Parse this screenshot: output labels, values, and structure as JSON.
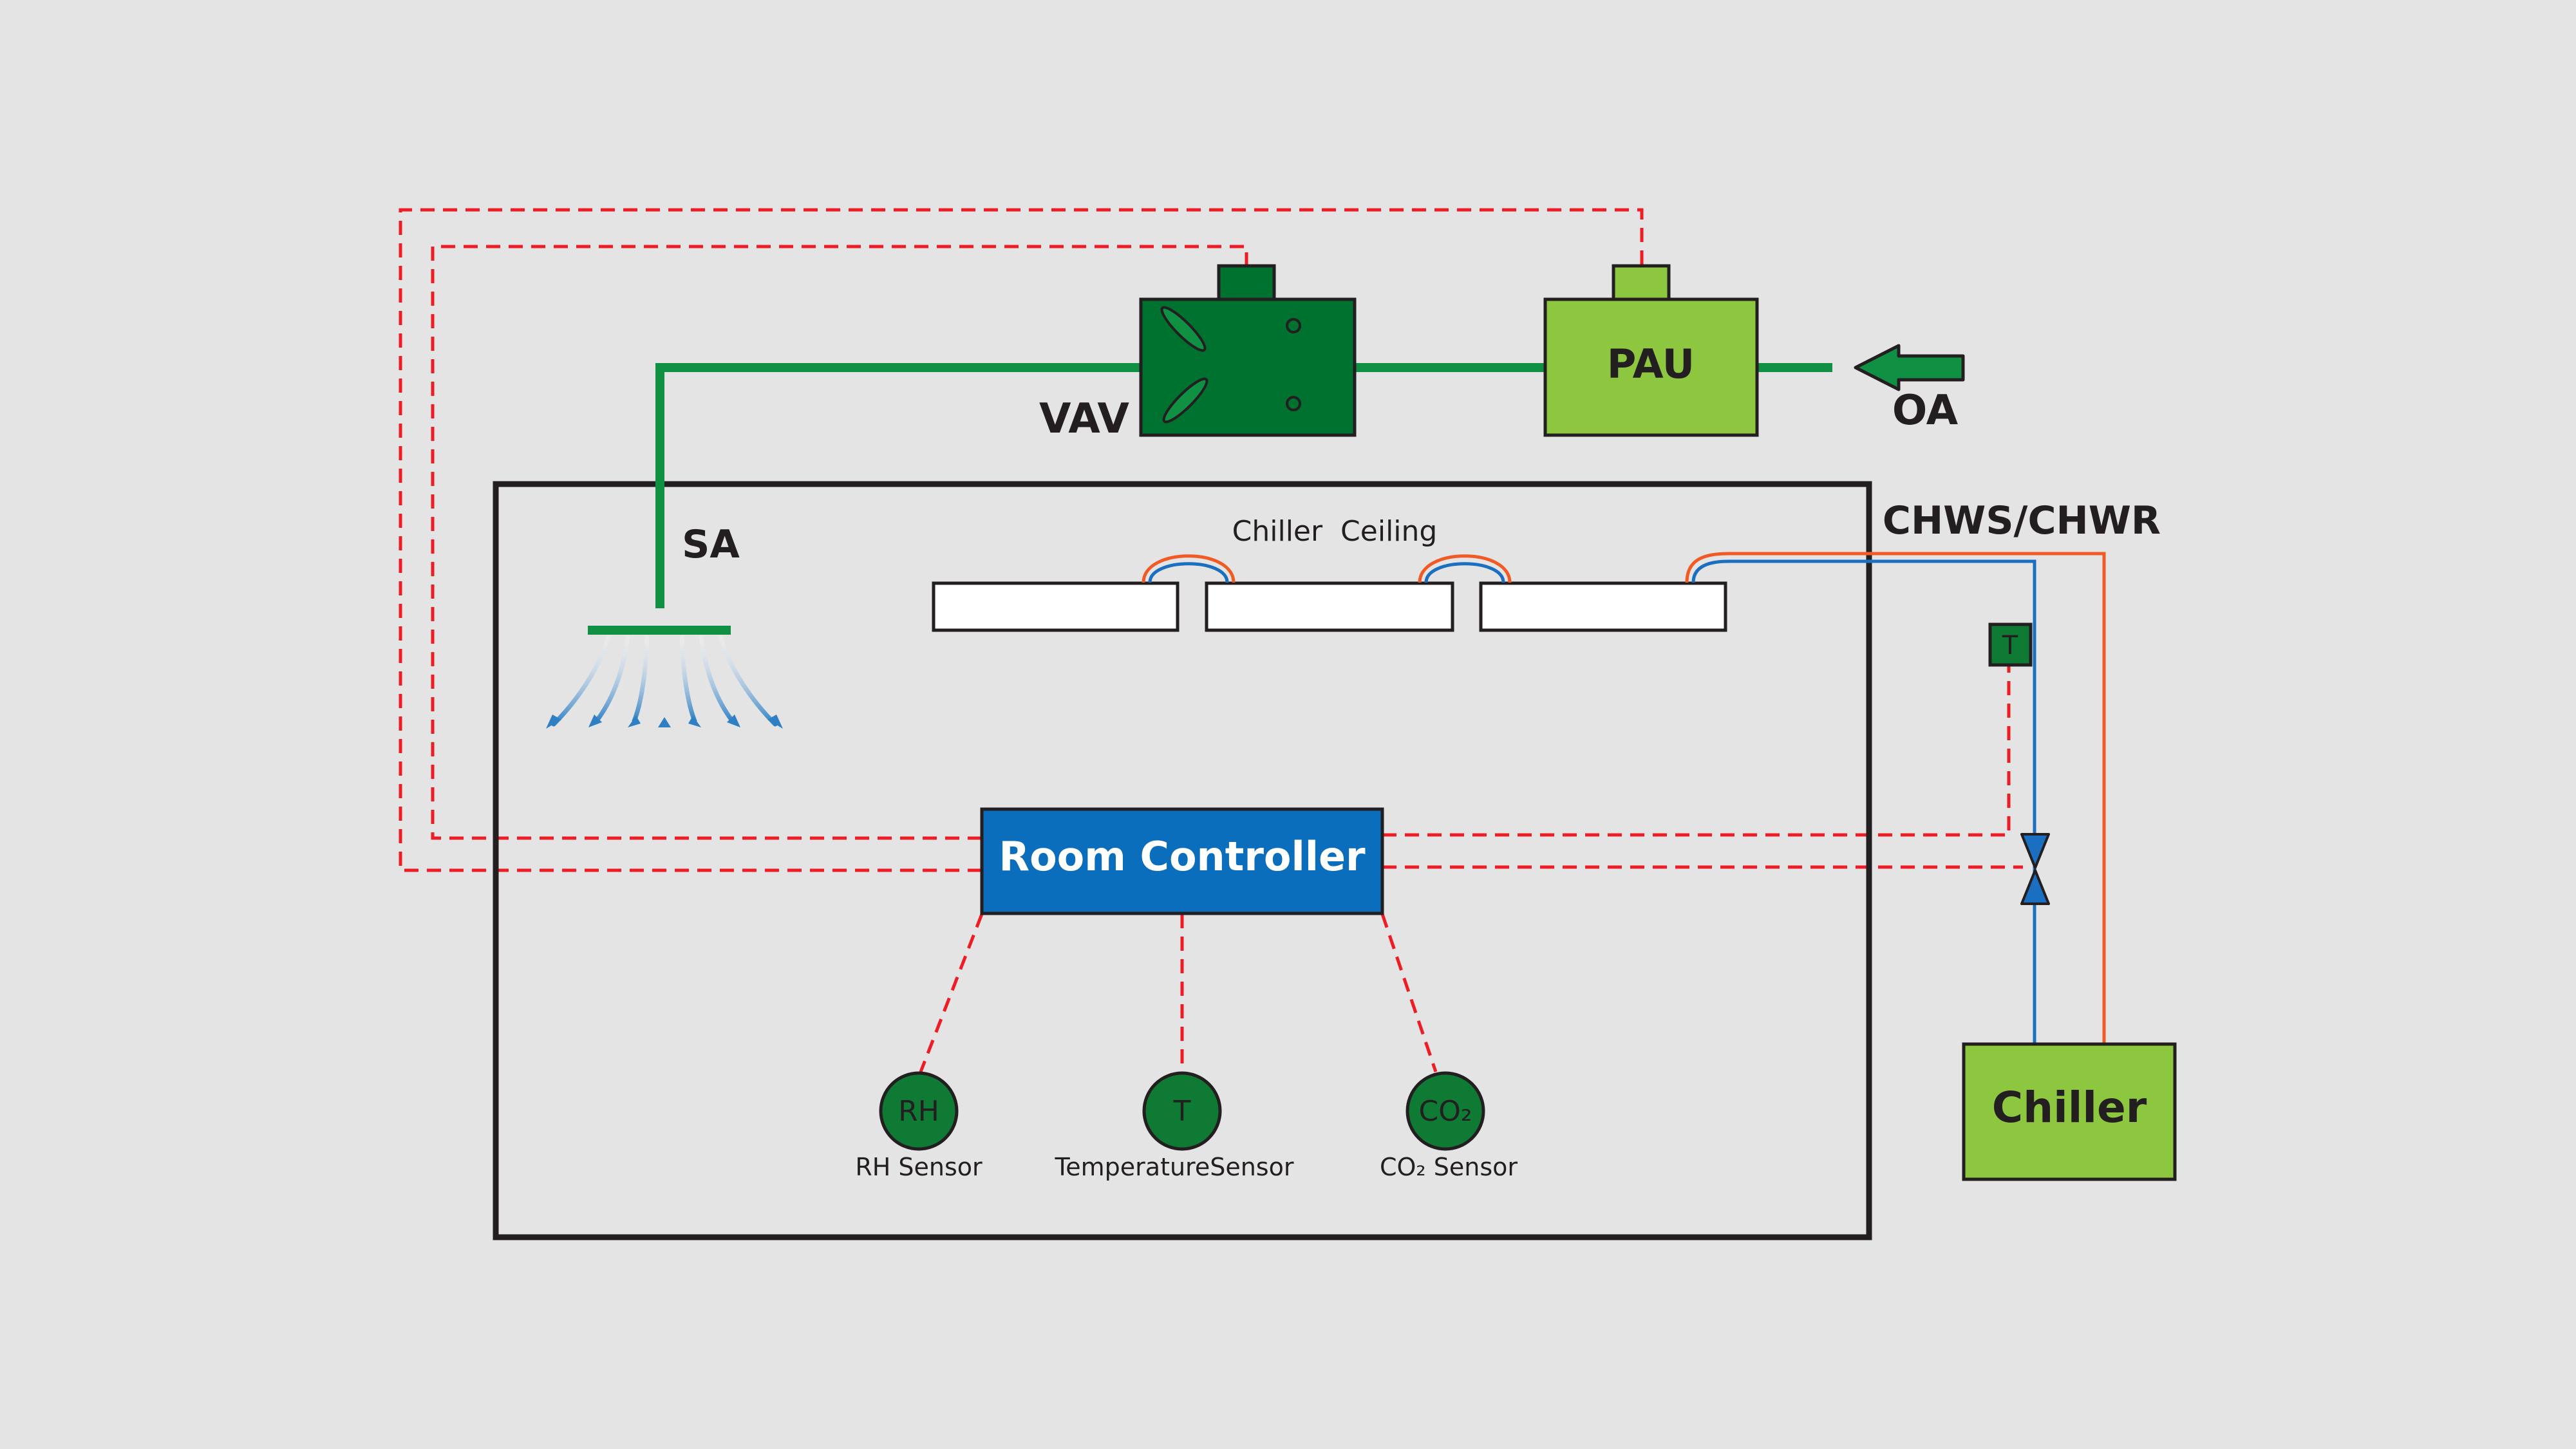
{
  "labels": {
    "vav": "VAV",
    "pau": "PAU",
    "oa": "OA",
    "sa": "SA",
    "chiller_ceiling": "Chiller  Ceiling",
    "chws_chwr": "CHWS/CHWR",
    "room_controller": "Room Controller",
    "chiller": "Chiller",
    "pipe_sensor_letter": "T"
  },
  "sensors": [
    {
      "symbol": "RH",
      "caption": "RH Sensor"
    },
    {
      "symbol": "T",
      "caption": "TemperatureSensor"
    },
    {
      "symbol": "CO₂",
      "caption": "CO₂ Sensor"
    }
  ],
  "colors": {
    "background": "#e4e4e4",
    "duct_green": "#109042",
    "vav_dark_green": "#00722f",
    "pau_light_green": "#8dc63f",
    "sensor_green": "#0e7a34",
    "controller_blue": "#0a6ebd",
    "control_signal_red": "#ee1c25",
    "supply_pipe_blue": "#1b6fc0",
    "return_pipe_orange": "#f15a24",
    "room_outline": "#231f20"
  },
  "icons": {
    "fan": "fan-blades-icon",
    "valve": "two-way-valve-icon",
    "diffuser": "air-diffuser-icon",
    "arrow": "inlet-arrow-icon"
  }
}
